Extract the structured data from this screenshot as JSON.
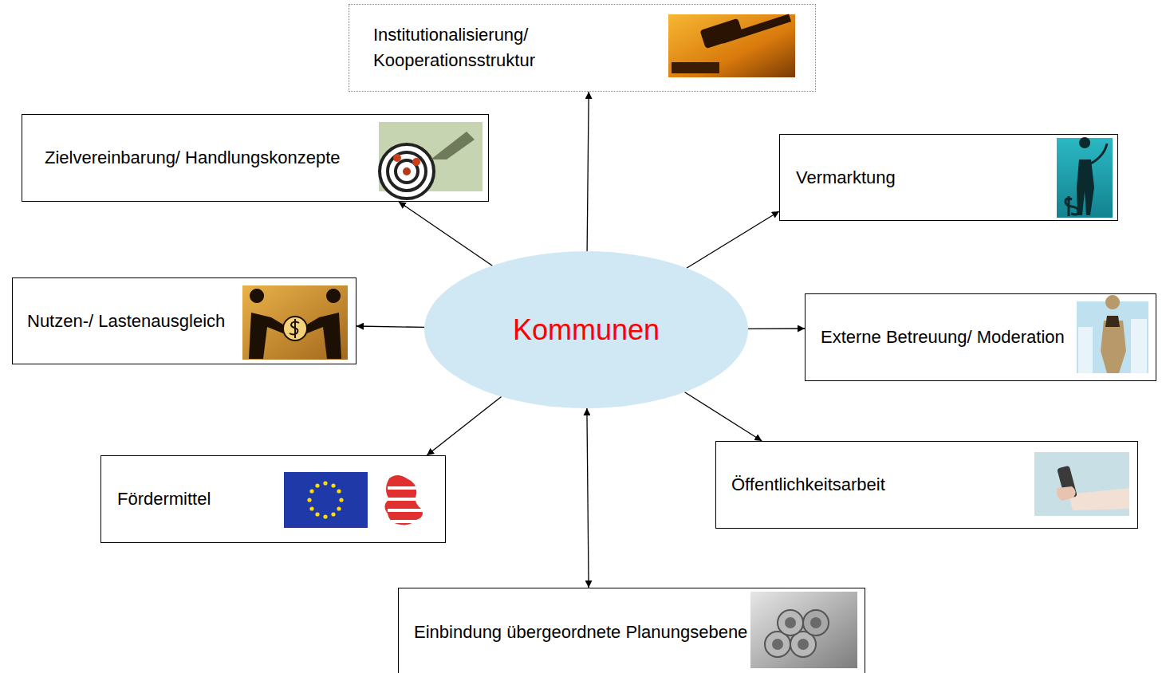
{
  "diagram": {
    "nodes": [
      {
        "text": [
          "Institutionalisierung/ Kooperationsstruktur"
        ]
      },
      {
        "text": [
          "Zielvereinbarung/ Handlungskonzepte"
        ]
      },
      {
        "text": [
          "Vermarktung"
        ]
      },
      {
        "text": [
          "Nutzen-/ Lastenausgleich"
        ]
      },
      {
        "text": [
          "Kommunen"
        ]
      },
      {
        "text": [
          "Externe Betreuung/ Moderation"
        ]
      },
      {
        "text": [
          "Fördermittel"
        ]
      },
      {
        "text": [
          "Öffentlichkeitsarbeit"
        ]
      },
      {
        "text": [
          "Einbindung übergeordnete Planungsebene"
        ]
      }
    ],
    "edges": [
      {
        "from": 4,
        "to": 0,
        "arrow": "to"
      },
      {
        "from": 4,
        "to": 1,
        "arrow": "to"
      },
      {
        "from": 4,
        "to": 2,
        "arrow": "to"
      },
      {
        "from": 4,
        "to": 3,
        "arrow": "to"
      },
      {
        "from": 4,
        "to": 5,
        "arrow": "to"
      },
      {
        "from": 4,
        "to": 6,
        "arrow": "to"
      },
      {
        "from": 4,
        "to": 7,
        "arrow": "to"
      },
      {
        "from": 4,
        "to": 8,
        "arrow": "both"
      }
    ]
  }
}
